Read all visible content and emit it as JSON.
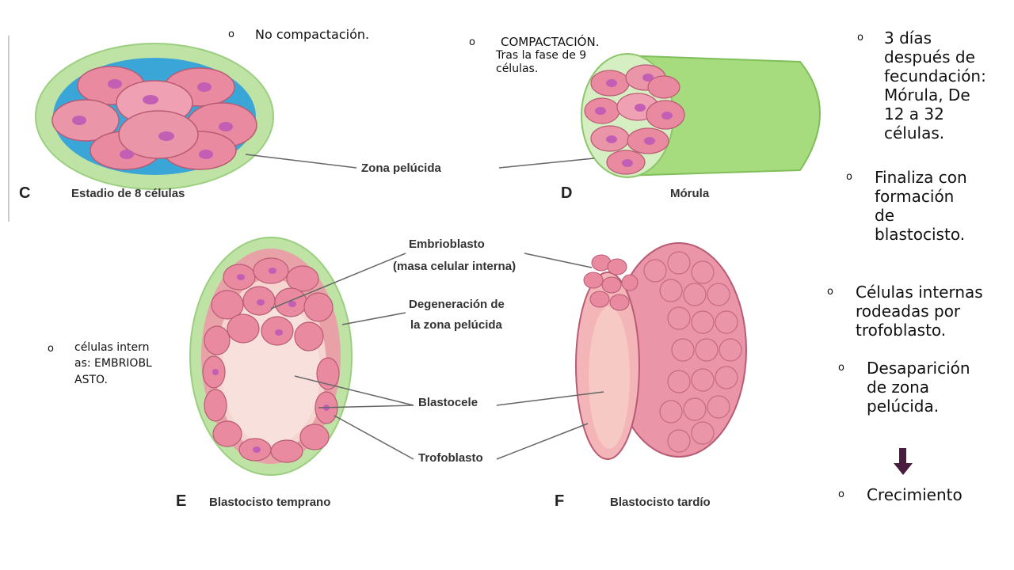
{
  "figure_top": {
    "zona_label": "Zona pelúcida",
    "panel_c": {
      "letter": "C",
      "caption": "Estadio de 8 células"
    },
    "panel_d": {
      "letter": "D",
      "caption": "Mórula"
    }
  },
  "figure_bottom": {
    "labels": {
      "embrioblasto_1": "Embrioblasto",
      "embrioblasto_2": "(masa celular interna)",
      "degeneracion_1": "Degeneración de",
      "degeneracion_2": "la zona pelúcida",
      "blastocele": "Blastocele",
      "trofoblasto": "Trofoblasto"
    },
    "panel_e": {
      "letter": "E",
      "caption": "Blastocisto temprano"
    },
    "panel_f": {
      "letter": "F",
      "caption": "Blastocisto tardío"
    }
  },
  "bullets": {
    "no_compactacion": "No compactación.",
    "compactacion_line1": "COMPACTACIÓN.",
    "compactacion_line2": "Tras la fase de 9 células.",
    "tres_dias": "3 días después de fecundación: Mórula, De 12 a 32 células.",
    "finaliza": "Finaliza con formación de blastocisto.",
    "celulas_internas_rodeadas": "Células internas rodeadas por trofoblasto.",
    "desaparicion": "Desaparición de zona pelúcida.",
    "crecimiento": "Crecimiento",
    "celulas_internas": "células internas: EMBRIOBLASTO."
  },
  "bullet_marker": "o",
  "colors": {
    "zona": "#bfe3a5",
    "fluid": "#3aa6d8",
    "cell": "#e98aa0",
    "cell_dark": "#b85b74",
    "nucleus": "#c25fb4",
    "arrow": "#4a1c3e"
  },
  "icons": {
    "down_arrow": "down-arrow-icon"
  }
}
